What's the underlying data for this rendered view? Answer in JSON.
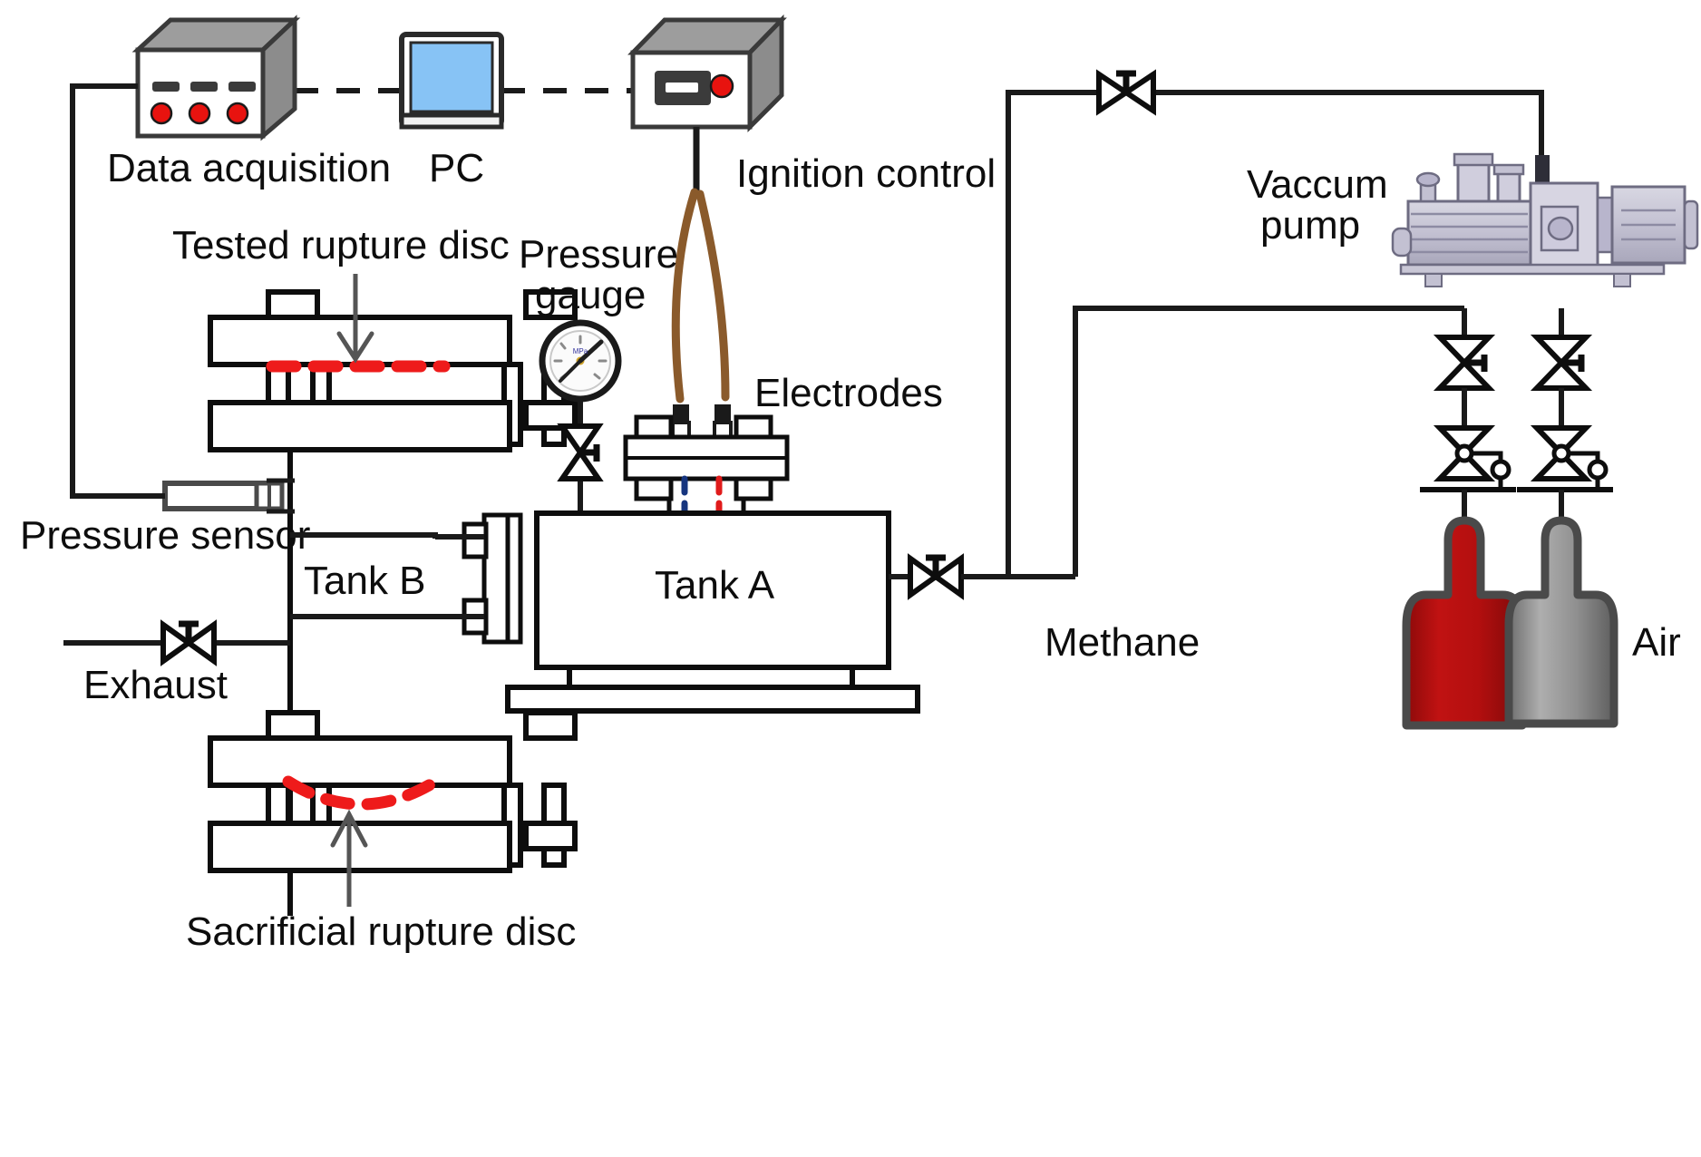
{
  "figure": {
    "kind": "process-flow-diagram",
    "subject": "Rupture disc / gas explosion test rig",
    "background_color": "#ffffff",
    "line_color": "#0d0d0d"
  },
  "labels": {
    "data_acquisition": "Data acquisition",
    "pc": "PC",
    "ignition_control": "Ignition control",
    "vacuum_pump_line1": "Vaccum",
    "vacuum_pump_line2": "pump",
    "tested_rupture_disc": "Tested rupture disc",
    "pressure_gauge_line1": "Pressure",
    "pressure_gauge_line2": "gauge",
    "electrodes": "Electrodes",
    "pressure_sensor": "Pressure sensor",
    "tank_b": "Tank B",
    "tank_a": "Tank A",
    "exhaust": "Exhaust",
    "methane": "Methane",
    "air": "Air",
    "sacrificial_rupture_disc": "Sacrificial rupture disc"
  },
  "colors": {
    "red_disc": "#ee1b1b",
    "electrode_red": "#e01b1b",
    "electrode_blue": "#16357f",
    "cable_brown": "#8a5a2b",
    "pc_screen": "#87c3f5",
    "indicator_red": "#e8130f",
    "box_top_gray": "#9d9d9d",
    "box_side_gray": "#8c8c8c",
    "methane_cylinder": "#b70f0f",
    "air_cylinder": "#8c8c8c",
    "pump_body": "#b9b7c8",
    "outline": "#1a1a1a"
  },
  "components": [
    {
      "name": "data-acquisition-unit",
      "type": "instrument-box",
      "indicators": 3,
      "slots": 3
    },
    {
      "name": "pc-monitor",
      "type": "crt-monitor"
    },
    {
      "name": "ignition-control-unit",
      "type": "instrument-box",
      "indicators": 1,
      "slots": 1
    },
    {
      "name": "vacuum-pump",
      "type": "rotary-vane-pump"
    },
    {
      "name": "tested-rupture-disc-holder",
      "type": "flange-assembly",
      "disc_shape": "flat"
    },
    {
      "name": "sacrificial-rupture-disc-holder",
      "type": "flange-assembly",
      "disc_shape": "bowed"
    },
    {
      "name": "pressure-gauge",
      "type": "dial-gauge"
    },
    {
      "name": "pressure-sensor",
      "type": "transducer"
    },
    {
      "name": "tank-a",
      "type": "vessel"
    },
    {
      "name": "tank-b",
      "type": "vertical-pipe"
    },
    {
      "name": "electrode-pair",
      "type": "spark-electrodes",
      "count": 2
    },
    {
      "name": "methane-cylinder",
      "type": "gas-cylinder"
    },
    {
      "name": "air-cylinder",
      "type": "gas-cylinder"
    }
  ],
  "valves": [
    {
      "name": "vacuum-line-valve",
      "orientation": "horizontal"
    },
    {
      "name": "tank-a-gas-inlet-valve",
      "orientation": "horizontal"
    },
    {
      "name": "exhaust-valve",
      "orientation": "horizontal"
    },
    {
      "name": "pressure-gauge-valve",
      "orientation": "vertical"
    },
    {
      "name": "methane-shutoff-valve",
      "orientation": "vertical"
    },
    {
      "name": "methane-regulator-valve",
      "orientation": "vertical"
    },
    {
      "name": "air-shutoff-valve",
      "orientation": "vertical"
    },
    {
      "name": "air-regulator-valve",
      "orientation": "vertical"
    }
  ],
  "connections": [
    {
      "from": "pressure-sensor",
      "to": "data-acquisition-unit",
      "style": "solid"
    },
    {
      "from": "data-acquisition-unit",
      "to": "pc-monitor",
      "style": "dashed"
    },
    {
      "from": "pc-monitor",
      "to": "ignition-control-unit",
      "style": "dashed"
    },
    {
      "from": "ignition-control-unit",
      "to": "electrode-pair",
      "style": "cable"
    },
    {
      "from": "tank-a",
      "to": "vacuum-pump",
      "style": "solid"
    },
    {
      "from": "tank-a",
      "to": "methane-cylinder",
      "style": "solid"
    },
    {
      "from": "tank-a",
      "to": "air-cylinder",
      "style": "solid"
    },
    {
      "from": "tank-a",
      "to": "tank-b",
      "style": "solid"
    },
    {
      "from": "tank-b",
      "to": "exhaust",
      "style": "solid"
    }
  ]
}
